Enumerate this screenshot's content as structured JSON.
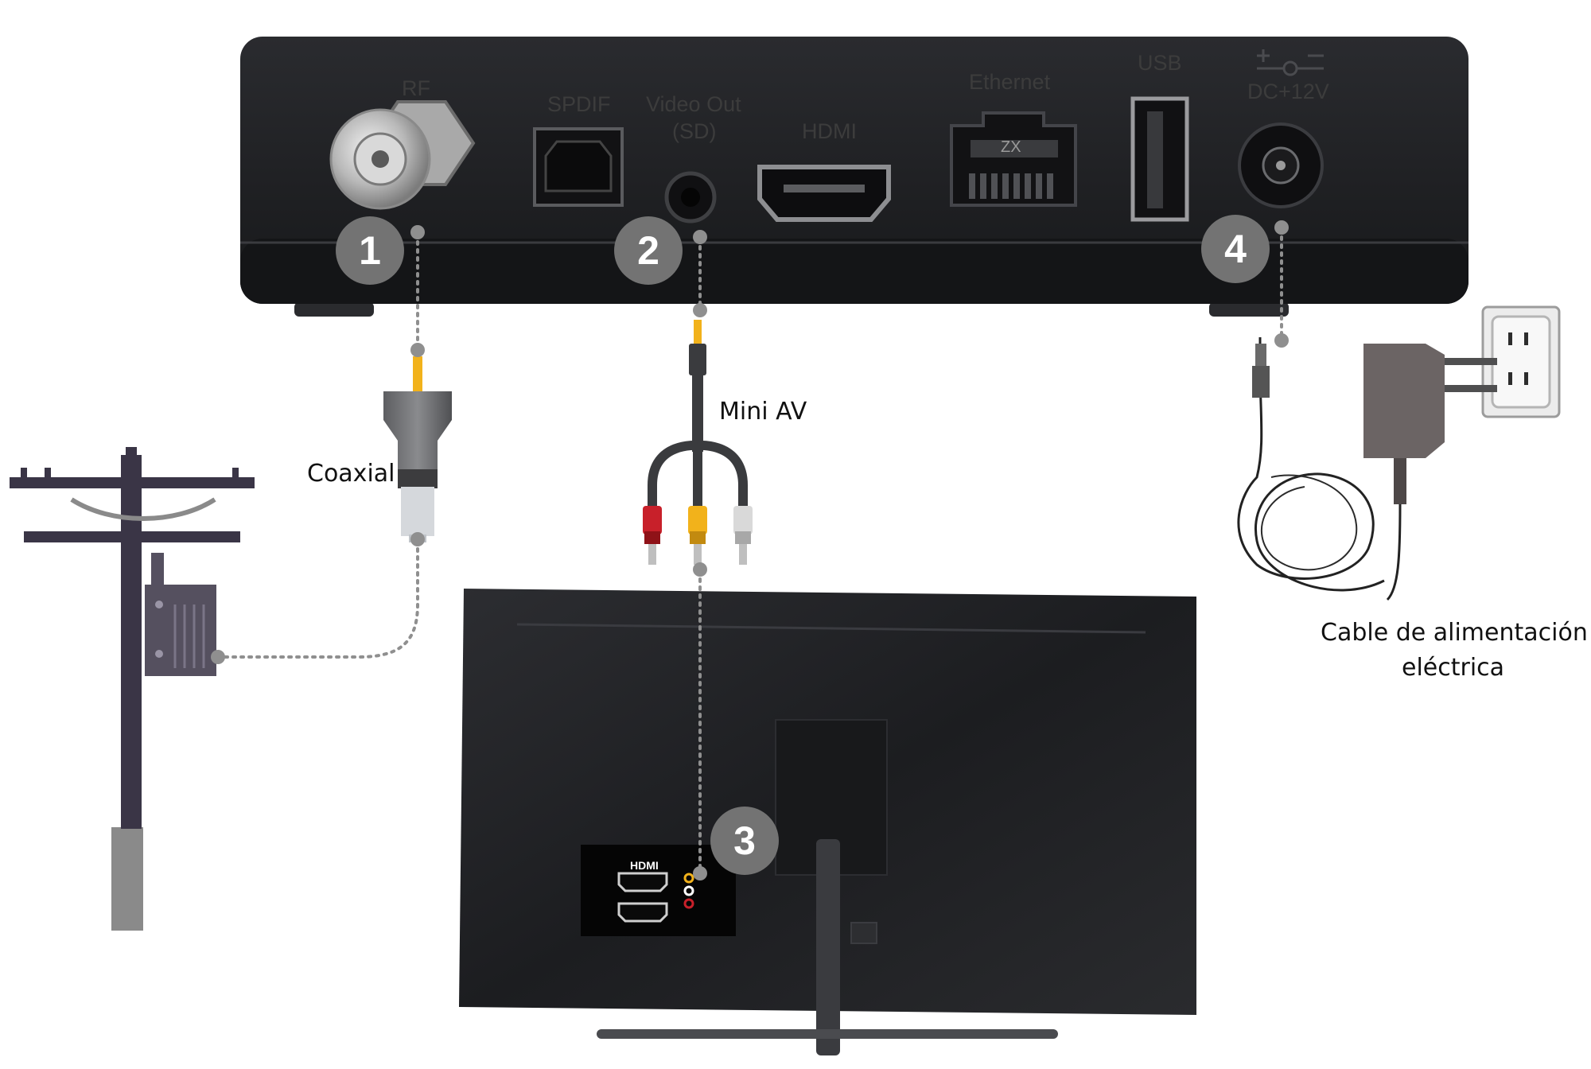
{
  "device_ports": {
    "rf": "RF",
    "spdif": "SPDIF",
    "video_out": "Video Out",
    "video_out_sub": "(SD)",
    "hdmi": "HDMI",
    "ethernet": "Ethernet",
    "ethernet_badge": "ZX",
    "usb": "USB",
    "dc": "DC+12V"
  },
  "steps": [
    "1",
    "2",
    "3",
    "4"
  ],
  "labels": {
    "coaxial": "Coaxial",
    "mini_av": "Mini AV",
    "power_line1": "Cable de alimentación",
    "power_line2": "eléctrica",
    "tv_hdmi": "HDMI"
  },
  "colors": {
    "device": "#1d1e21",
    "badge": "#737373",
    "dotted": "#8f8f8f",
    "pole": "#3a3546",
    "tv": "#222326",
    "rca_red": "#c8202a",
    "rca_yellow": "#f2b21b",
    "rca_white": "#d9d9d9"
  }
}
